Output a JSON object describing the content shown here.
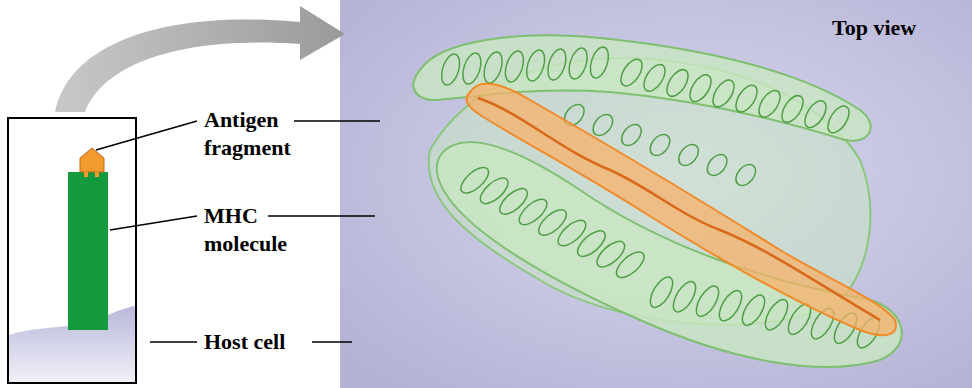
{
  "diagram": {
    "labels": [
      "Antigen fragment",
      "MHC molecule",
      "Host cell",
      "Top view"
    ]
  }
}
